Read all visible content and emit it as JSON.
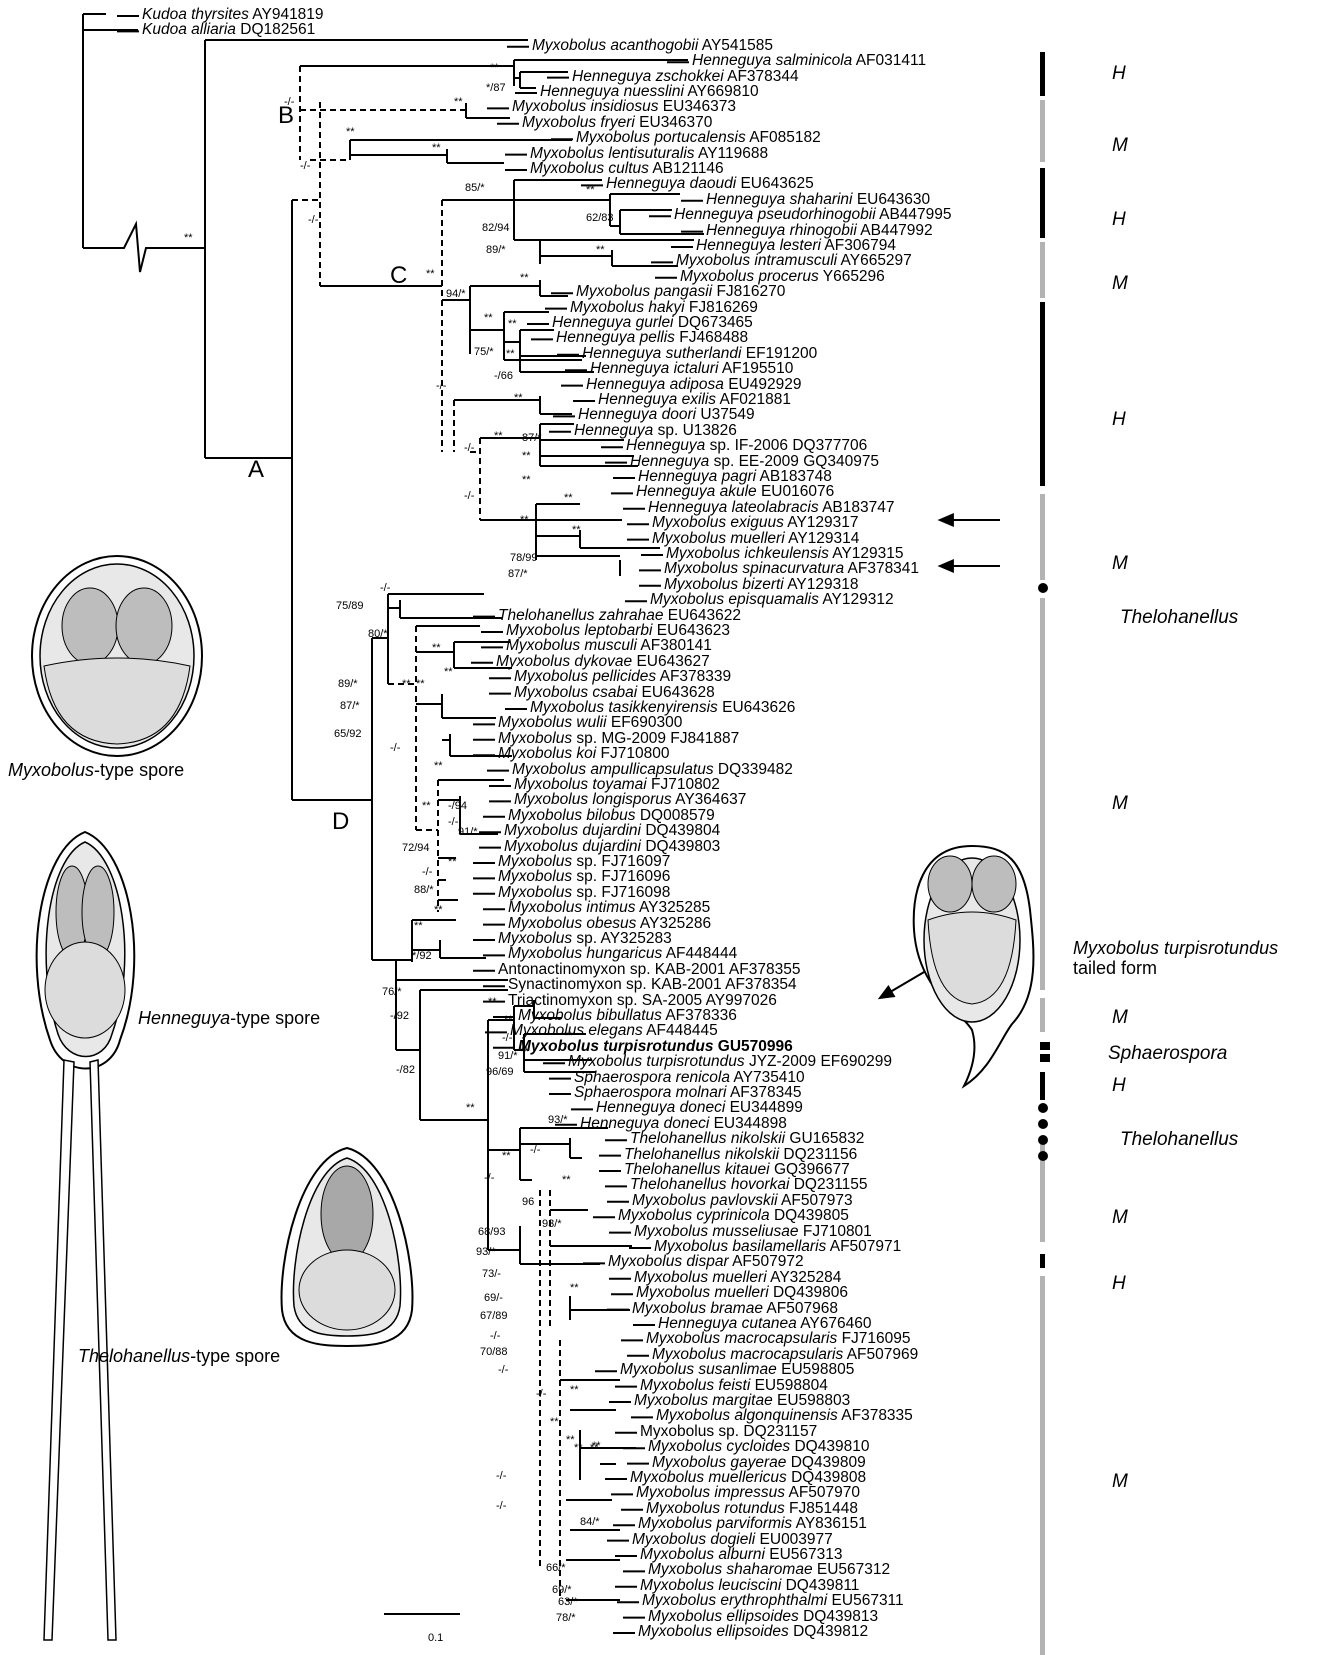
{
  "taxa": [
    {
      "name": "Kudoa thyrsites",
      "acc": "AY941819"
    },
    {
      "name": "Kudoa alliaria",
      "acc": "DQ182561"
    },
    {
      "name": "Myxobolus acanthogobii",
      "acc": "AY541585"
    },
    {
      "name": "Henneguya salminicola",
      "acc": "AF031411"
    },
    {
      "name": "Henneguya zschokkei",
      "acc": "AF378344"
    },
    {
      "name": "Henneguya nuesslini",
      "acc": "AY669810"
    },
    {
      "name": "Myxobolus insidiosus",
      "acc": "EU346373"
    },
    {
      "name": "Myxobolus fryeri",
      "acc": "EU346370"
    },
    {
      "name": "Myxobolus portucalensis",
      "acc": "AF085182"
    },
    {
      "name": "Myxobolus lentisuturalis",
      "acc": "AY119688"
    },
    {
      "name": "Myxobolus cultus",
      "acc": "AB121146"
    },
    {
      "name": "Henneguya daoudi",
      "acc": "EU643625"
    },
    {
      "name": "Henneguya shaharini",
      "acc": "EU643630"
    },
    {
      "name": "Henneguya pseudorhinogobii",
      "acc": "AB447995"
    },
    {
      "name": "Henneguya rhinogobii",
      "acc": "AB447992"
    },
    {
      "name": "Henneguya lesteri",
      "acc": "AF306794"
    },
    {
      "name": "Myxobolus intramusculi",
      "acc": "AY665297"
    },
    {
      "name": "Myxobolus procerus",
      "acc": "Y665296"
    },
    {
      "name": "Myxobolus pangasii",
      "acc": "FJ816270"
    },
    {
      "name": "Myxobolus hakyi",
      "acc": "FJ816269"
    },
    {
      "name": "Henneguya gurlei",
      "acc": "DQ673465"
    },
    {
      "name": "Henneguya pellis",
      "acc": "FJ468488"
    },
    {
      "name": "Henneguya sutherlandi",
      "acc": "EF191200"
    },
    {
      "name": "Henneguya ictaluri",
      "acc": "AF195510"
    },
    {
      "name": "Henneguya adiposa",
      "acc": "EU492929"
    },
    {
      "name": "Henneguya exilis",
      "acc": "AF021881"
    },
    {
      "name": "Henneguya doori",
      "acc": "U37549"
    },
    {
      "name": "Henneguya",
      "rest": "sp. U13826"
    },
    {
      "name": "Henneguya",
      "rest": "sp. IF-2006 DQ377706"
    },
    {
      "name": "Henneguya",
      "rest": "sp. EE-2009 GQ340975"
    },
    {
      "name": "Henneguya pagri",
      "acc": "AB183748"
    },
    {
      "name": "Henneguya akule",
      "acc": "EU016076"
    },
    {
      "name": "Henneguya lateolabracis",
      "acc": "AB183747"
    },
    {
      "name": "Myxobolus exiguus",
      "acc": "AY129317"
    },
    {
      "name": "Myxobolus muelleri",
      "acc": "AY129314"
    },
    {
      "name": "Myxobolus ichkeulensis",
      "acc": "AY129315"
    },
    {
      "name": "Myxobolus spinacurvatura",
      "acc": "AF378341"
    },
    {
      "name": "Myxobolus bizerti",
      "acc": "AY129318"
    },
    {
      "name": "Myxobolus episquamalis",
      "acc": "AY129312"
    },
    {
      "name": "Thelohanellus zahrahae",
      "acc": "EU643622"
    },
    {
      "name": "Myxobolus leptobarbi",
      "acc": "EU643623"
    },
    {
      "name": "Myxobolus musculi",
      "acc": "AF380141"
    },
    {
      "name": "Myxobolus dykovae",
      "acc": "EU643627"
    },
    {
      "name": "Myxobolus pellicides",
      "acc": "AF378339"
    },
    {
      "name": "Myxobolus csabai",
      "acc": "EU643628"
    },
    {
      "name": "Myxobolus tasikkenyirensis",
      "acc": "EU643626"
    },
    {
      "name": "Myxobolus wulii",
      "acc": "EF690300"
    },
    {
      "name": "Myxobolus",
      "rest": "sp. MG-2009 FJ841887"
    },
    {
      "name": "Myxobolus koi",
      "acc": "FJ710800"
    },
    {
      "name": "Myxobolus ampullicapsulatus",
      "acc": "DQ339482"
    },
    {
      "name": "Myxobolus toyamai",
      "acc": "FJ710802"
    },
    {
      "name": "Myxobolus longisporus",
      "acc": "AY364637"
    },
    {
      "name": "Myxobolus bilobus",
      "acc": "DQ008579"
    },
    {
      "name": "Myxobolus dujardini",
      "acc": "DQ439804"
    },
    {
      "name": "Myxobolus dujardini",
      "acc": "DQ439803"
    },
    {
      "name": "Myxobolus",
      "rest": "sp. FJ716097"
    },
    {
      "name": "Myxobolus",
      "rest": "sp. FJ716096"
    },
    {
      "name": "Myxobolus",
      "rest": "sp. FJ716098"
    },
    {
      "name": "Myxobolus intimus",
      "acc": "AY325285"
    },
    {
      "name": "Myxobolus obesus",
      "acc": "AY325286"
    },
    {
      "name": "Myxobolus",
      "rest": "sp. AY325283"
    },
    {
      "name": "Myxobolus hungaricus",
      "acc": "AF448444"
    },
    {
      "plain": "Antonactinomyxon sp. KAB-2001 AF378355"
    },
    {
      "plain": "Synactinomyxon sp. KAB-2001 AF378354"
    },
    {
      "plain": "Triactinomyxon sp. SA-2005 AY997026"
    },
    {
      "name": "Myxobolus bibullatus",
      "acc": "AF378336"
    },
    {
      "name": "Myxobolus elegans",
      "acc": "AF448445"
    },
    {
      "name": "Myxobolus turpisrotundus",
      "acc": "GU570996",
      "bold": true
    },
    {
      "name": "Myxobolus turpisrotundus",
      "acc": "JYZ-2009 EF690299"
    },
    {
      "name": "Sphaerospora renicola",
      "acc": "AY735410"
    },
    {
      "name": "Sphaerospora molnari",
      "acc": "AF378345"
    },
    {
      "name": "Henneguya doneci",
      "acc": "EU344899"
    },
    {
      "name": "Henneguya doneci",
      "acc": "EU344898"
    },
    {
      "name": "Thelohanellus nikolskii",
      "acc": "GU165832"
    },
    {
      "name": "Thelohanellus nikolskii",
      "acc": "DQ231156"
    },
    {
      "name": "Thelohanellus kitauei",
      "acc": "GQ396677"
    },
    {
      "name": "Thelohanellus hovorkai",
      "acc": "DQ231155"
    },
    {
      "name": "Myxobolus pavlovskii",
      "acc": "AF507973"
    },
    {
      "name": "Myxobolus cyprinicola",
      "acc": "DQ439805"
    },
    {
      "name": "Myxobolus musseliusae",
      "acc": "FJ710801"
    },
    {
      "name": "Myxobolus basilamellaris",
      "acc": "AF507971"
    },
    {
      "name": "Myxobolus dispar",
      "acc": "AF507972"
    },
    {
      "name": "Myxobolus muelleri",
      "acc": "AY325284"
    },
    {
      "name": "Myxobolus muelleri",
      "acc": "DQ439806"
    },
    {
      "name": "Myxobolus bramae",
      "acc": "AF507968"
    },
    {
      "name": "Henneguya cutanea",
      "acc": "AY676460"
    },
    {
      "name": "Myxobolus macrocapsularis",
      "acc": "FJ716095"
    },
    {
      "name": "Myxobolus macrocapsularis",
      "acc": "AF507969"
    },
    {
      "name": "Myxobolus susanlimae",
      "acc": "EU598805"
    },
    {
      "name": "Myxobolus feisti",
      "acc": "EU598804"
    },
    {
      "name": "Myxobolus margitae",
      "acc": "EU598803"
    },
    {
      "name": "Myxobolus algonquinensis",
      "acc": "AF378335"
    },
    {
      "plain": "Myxobolus sp. DQ231157"
    },
    {
      "name": "Myxobolus cycloides",
      "acc": "DQ439810"
    },
    {
      "name": "Myxobolus gayerae",
      "acc": "DQ439809"
    },
    {
      "name": "Myxobolus muellericus",
      "acc": "DQ439808"
    },
    {
      "name": "Myxobolus impressus",
      "acc": "AF507970"
    },
    {
      "name": "Myxobolus rotundus",
      "acc": "FJ851448"
    },
    {
      "name": "Myxobolus parviformis",
      "acc": "AY836151"
    },
    {
      "name": "Myxobolus dogieli",
      "acc": "EU003977"
    },
    {
      "name": "Myxobolus alburni",
      "acc": "EU567313"
    },
    {
      "name": "Myxobolus shaharomae",
      "acc": "EU567312"
    },
    {
      "name": "Myxobolus leuciscini",
      "acc": "DQ439811"
    },
    {
      "name": "Myxobolus erythrophthalmi",
      "acc": "EU567311"
    },
    {
      "name": "Myxobolus ellipsoides",
      "acc": "DQ439813"
    },
    {
      "name": "Myxobolus ellipsoides",
      "acc": "DQ439812"
    }
  ],
  "clades": [
    "A",
    "B",
    "C",
    "D"
  ],
  "group_labels": {
    "H": "H",
    "M": "M",
    "thelohanellus": "Thelohanellus",
    "sphaerospora": "Sphaerospora"
  },
  "supports": [
    "**",
    "*/87",
    "-/-",
    "85/*",
    "62/83",
    "82/94",
    "89/*",
    "94/*",
    "75/*",
    "-/66",
    "87/*",
    "78/99",
    "87/*",
    "75/89",
    "80/*",
    "89/*",
    "87/*",
    "65/92",
    "-/94",
    "91/*",
    "72/94",
    "88/*",
    "*/92",
    "76/*",
    "-/92",
    "-/82",
    "91/*",
    "96/69",
    "93/*",
    "96",
    "68/93",
    "93/*",
    "73/-",
    "69/-",
    "67/89",
    "70/88",
    "84/*",
    "66/*",
    "69/*",
    "63/*",
    "78/*"
  ],
  "spore_captions": {
    "myxobolus": {
      "genus": "Myxobolus",
      "rest": "-type spore"
    },
    "henneguya": {
      "genus": "Henneguya",
      "rest": "-type spore"
    },
    "thelohanellus": {
      "genus": "Thelohanellus",
      "rest": "-type spore"
    },
    "tailed": {
      "genus": "Myxobolus turpisrotundus",
      "rest": "tailed form"
    }
  },
  "scale_bar": "0.1",
  "colors": {
    "H_bar": "#000000",
    "M_bar": "#b3b3b3",
    "spore_shell": "#e8e8e8",
    "capsule": "#bdbdbd",
    "sporoplasm": "#dcdcdc"
  }
}
